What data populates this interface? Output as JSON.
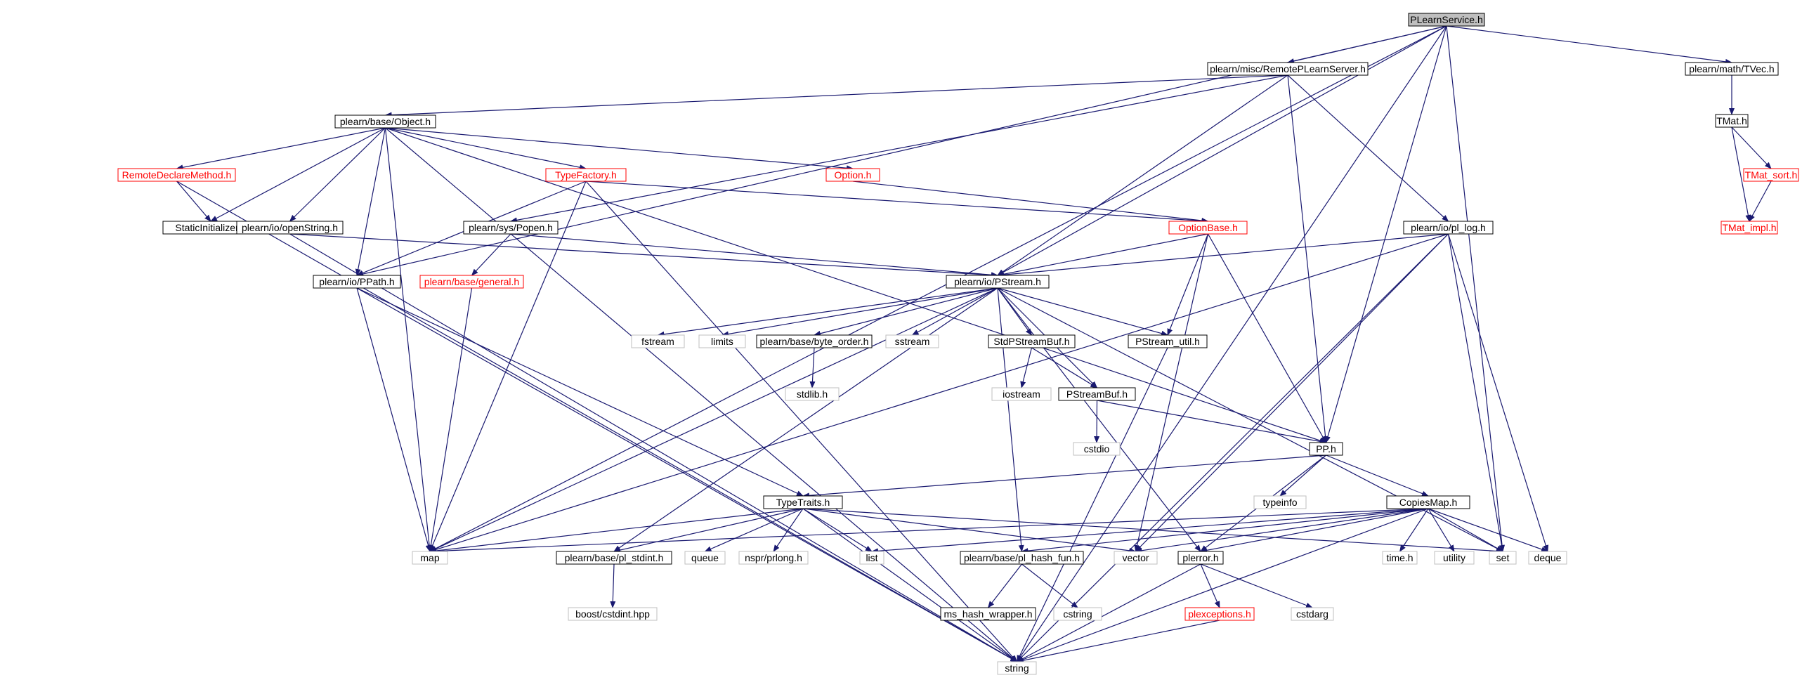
{
  "diagram": {
    "nodes": [
      {
        "id": "plearnservice",
        "label": "PLearnService.h",
        "style": "root"
      },
      {
        "id": "remoteserver",
        "label": "plearn/misc/RemotePLearnServer.h",
        "style": "normal"
      },
      {
        "id": "tvec",
        "label": "plearn/math/TVec.h",
        "style": "normal"
      },
      {
        "id": "object",
        "label": "plearn/base/Object.h",
        "style": "normal"
      },
      {
        "id": "tmat",
        "label": "TMat.h",
        "style": "normal"
      },
      {
        "id": "remotedecl",
        "label": "RemoteDeclareMethod.h",
        "style": "truncated"
      },
      {
        "id": "typefactory",
        "label": "TypeFactory.h",
        "style": "truncated"
      },
      {
        "id": "option",
        "label": "Option.h",
        "style": "truncated"
      },
      {
        "id": "tmatsort",
        "label": "TMat_sort.h",
        "style": "truncated"
      },
      {
        "id": "staticinit",
        "label": "StaticInitializer.h",
        "style": "normal"
      },
      {
        "id": "openstring",
        "label": "plearn/io/openString.h",
        "style": "normal"
      },
      {
        "id": "popen",
        "label": "plearn/sys/Popen.h",
        "style": "normal"
      },
      {
        "id": "optionbase",
        "label": "OptionBase.h",
        "style": "truncated"
      },
      {
        "id": "pllog",
        "label": "plearn/io/pl_log.h",
        "style": "normal"
      },
      {
        "id": "tmatimpl",
        "label": "TMat_impl.h",
        "style": "truncated"
      },
      {
        "id": "ppath",
        "label": "plearn/io/PPath.h",
        "style": "normal"
      },
      {
        "id": "general",
        "label": "plearn/base/general.h",
        "style": "truncated"
      },
      {
        "id": "pstream",
        "label": "plearn/io/PStream.h",
        "style": "normal"
      },
      {
        "id": "fstream",
        "label": "fstream",
        "style": "leaf"
      },
      {
        "id": "limits",
        "label": "limits",
        "style": "leaf"
      },
      {
        "id": "byteorder",
        "label": "plearn/base/byte_order.h",
        "style": "normal"
      },
      {
        "id": "sstream",
        "label": "sstream",
        "style": "leaf"
      },
      {
        "id": "stdpstreambuf",
        "label": "StdPStreamBuf.h",
        "style": "normal"
      },
      {
        "id": "pstreamutil",
        "label": "PStream_util.h",
        "style": "normal"
      },
      {
        "id": "stdlib",
        "label": "stdlib.h",
        "style": "leaf"
      },
      {
        "id": "iostream",
        "label": "iostream",
        "style": "leaf"
      },
      {
        "id": "pstreambuf",
        "label": "PStreamBuf.h",
        "style": "normal"
      },
      {
        "id": "cstdio",
        "label": "cstdio",
        "style": "leaf"
      },
      {
        "id": "pp",
        "label": "PP.h",
        "style": "normal"
      },
      {
        "id": "typeinfo",
        "label": "typeinfo",
        "style": "leaf"
      },
      {
        "id": "typetraits",
        "label": "TypeTraits.h",
        "style": "normal"
      },
      {
        "id": "copiesmap",
        "label": "CopiesMap.h",
        "style": "normal"
      },
      {
        "id": "map",
        "label": "map",
        "style": "leaf"
      },
      {
        "id": "plstdint",
        "label": "plearn/base/pl_stdint.h",
        "style": "normal"
      },
      {
        "id": "queue",
        "label": "queue",
        "style": "leaf"
      },
      {
        "id": "prlong",
        "label": "nspr/prlong.h",
        "style": "leaf"
      },
      {
        "id": "list",
        "label": "list",
        "style": "leaf"
      },
      {
        "id": "hashfun",
        "label": "plearn/base/pl_hash_fun.h",
        "style": "normal"
      },
      {
        "id": "vector",
        "label": "vector",
        "style": "leaf"
      },
      {
        "id": "plerror",
        "label": "plerror.h",
        "style": "normal"
      },
      {
        "id": "timeh",
        "label": "time.h",
        "style": "leaf"
      },
      {
        "id": "utility",
        "label": "utility",
        "style": "leaf"
      },
      {
        "id": "set",
        "label": "set",
        "style": "leaf"
      },
      {
        "id": "deque",
        "label": "deque",
        "style": "leaf"
      },
      {
        "id": "boostcstdint",
        "label": "boost/cstdint.hpp",
        "style": "leaf"
      },
      {
        "id": "mshash",
        "label": "ms_hash_wrapper.h",
        "style": "normal"
      },
      {
        "id": "cstring",
        "label": "cstring",
        "style": "leaf"
      },
      {
        "id": "plexceptions",
        "label": "plexceptions.h",
        "style": "truncated"
      },
      {
        "id": "cstdarg",
        "label": "cstdarg",
        "style": "leaf"
      },
      {
        "id": "string",
        "label": "string",
        "style": "leaf"
      }
    ],
    "edges": [
      [
        "plearnservice",
        "remoteserver"
      ],
      [
        "plearnservice",
        "tvec"
      ],
      [
        "plearnservice",
        "ppath"
      ],
      [
        "plearnservice",
        "pstream"
      ],
      [
        "plearnservice",
        "pp"
      ],
      [
        "plearnservice",
        "map"
      ],
      [
        "plearnservice",
        "set"
      ],
      [
        "plearnservice",
        "string"
      ],
      [
        "remoteserver",
        "object"
      ],
      [
        "remoteserver",
        "popen"
      ],
      [
        "remoteserver",
        "pstream"
      ],
      [
        "remoteserver",
        "pp"
      ],
      [
        "remoteserver",
        "pllog"
      ],
      [
        "tvec",
        "tmat"
      ],
      [
        "tmat",
        "tmatsort"
      ],
      [
        "tmat",
        "tmatimpl"
      ],
      [
        "tmatsort",
        "tmatimpl"
      ],
      [
        "object",
        "remotedecl"
      ],
      [
        "object",
        "staticinit"
      ],
      [
        "object",
        "openstring"
      ],
      [
        "object",
        "typefactory"
      ],
      [
        "object",
        "option"
      ],
      [
        "object",
        "ppath"
      ],
      [
        "object",
        "pp"
      ],
      [
        "object",
        "map"
      ],
      [
        "object",
        "string"
      ],
      [
        "remotedecl",
        "staticinit"
      ],
      [
        "remotedecl",
        "string"
      ],
      [
        "typefactory",
        "optionbase"
      ],
      [
        "typefactory",
        "ppath"
      ],
      [
        "typefactory",
        "map"
      ],
      [
        "typefactory",
        "string"
      ],
      [
        "option",
        "optionbase"
      ],
      [
        "openstring",
        "pstream"
      ],
      [
        "openstring",
        "string"
      ],
      [
        "popen",
        "general"
      ],
      [
        "popen",
        "pstream"
      ],
      [
        "optionbase",
        "pstream"
      ],
      [
        "optionbase",
        "pp"
      ],
      [
        "optionbase",
        "vector"
      ],
      [
        "optionbase",
        "pstreamutil"
      ],
      [
        "pllog",
        "pstream"
      ],
      [
        "pllog",
        "map"
      ],
      [
        "pllog",
        "vector"
      ],
      [
        "pllog",
        "set"
      ],
      [
        "pllog",
        "deque"
      ],
      [
        "pllog",
        "string"
      ],
      [
        "ppath",
        "typetraits"
      ],
      [
        "ppath",
        "map"
      ],
      [
        "ppath",
        "string"
      ],
      [
        "general",
        "map"
      ],
      [
        "pstream",
        "fstream"
      ],
      [
        "pstream",
        "limits"
      ],
      [
        "pstream",
        "byteorder"
      ],
      [
        "pstream",
        "sstream"
      ],
      [
        "pstream",
        "stdpstreambuf"
      ],
      [
        "pstream",
        "pstreamutil"
      ],
      [
        "pstream",
        "pstreambuf"
      ],
      [
        "pstream",
        "plstdint"
      ],
      [
        "pstream",
        "hashfun"
      ],
      [
        "pstream",
        "plerror"
      ],
      [
        "pstream",
        "map"
      ],
      [
        "pstream",
        "set"
      ],
      [
        "byteorder",
        "stdlib"
      ],
      [
        "stdpstreambuf",
        "iostream"
      ],
      [
        "stdpstreambuf",
        "pstreambuf"
      ],
      [
        "pstreamutil",
        "string"
      ],
      [
        "pstreambuf",
        "cstdio"
      ],
      [
        "pstreambuf",
        "pp"
      ],
      [
        "pp",
        "typeinfo"
      ],
      [
        "pp",
        "typetraits"
      ],
      [
        "pp",
        "copiesmap"
      ],
      [
        "pp",
        "plerror"
      ],
      [
        "typetraits",
        "map"
      ],
      [
        "typetraits",
        "plstdint"
      ],
      [
        "typetraits",
        "queue"
      ],
      [
        "typetraits",
        "prlong"
      ],
      [
        "typetraits",
        "list"
      ],
      [
        "typetraits",
        "vector"
      ],
      [
        "typetraits",
        "set"
      ],
      [
        "typetraits",
        "string"
      ],
      [
        "copiesmap",
        "map"
      ],
      [
        "copiesmap",
        "list"
      ],
      [
        "copiesmap",
        "hashfun"
      ],
      [
        "copiesmap",
        "vector"
      ],
      [
        "copiesmap",
        "plerror"
      ],
      [
        "copiesmap",
        "timeh"
      ],
      [
        "copiesmap",
        "utility"
      ],
      [
        "copiesmap",
        "set"
      ],
      [
        "copiesmap",
        "deque"
      ],
      [
        "copiesmap",
        "string"
      ],
      [
        "plstdint",
        "boostcstdint"
      ],
      [
        "hashfun",
        "mshash"
      ],
      [
        "hashfun",
        "cstring"
      ],
      [
        "plerror",
        "plexceptions"
      ],
      [
        "plerror",
        "cstdarg"
      ],
      [
        "plerror",
        "string"
      ],
      [
        "plexceptions",
        "string"
      ]
    ]
  },
  "colors": {
    "edge": "#191970",
    "normal_border": "#000000",
    "truncated_border": "#ff0000",
    "leaf_border": "#bfbfbf",
    "root_fill": "#bfbfbf",
    "text": "#000000",
    "truncated_text": "#ff0000"
  }
}
